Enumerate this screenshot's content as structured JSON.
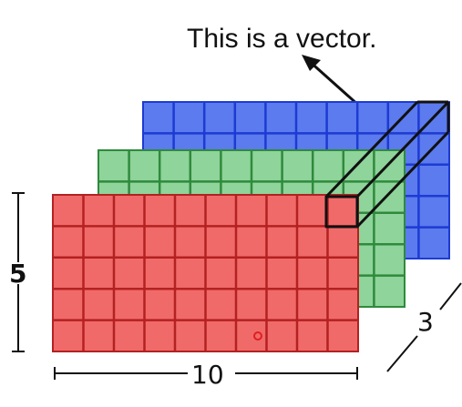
{
  "caption": "This is a vector.",
  "dimensions": {
    "height_label": "5",
    "width_label": "10",
    "depth_label": "3"
  },
  "grid": {
    "rows": 5,
    "cols": 10
  },
  "layers": [
    {
      "name": "blue-layer",
      "color": "#5b7bee",
      "line": "#1d3bd3"
    },
    {
      "name": "green-layer",
      "color": "#8fd49a",
      "line": "#2f8a3c"
    },
    {
      "name": "red-layer",
      "color": "#f06a6a",
      "line": "#b42121"
    }
  ],
  "colors": {
    "outline": "#111111",
    "marker": "#e01f1f"
  }
}
